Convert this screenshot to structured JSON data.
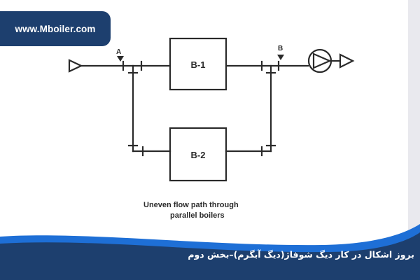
{
  "header": {
    "site_url": "www.Mboiler.com"
  },
  "diagram": {
    "boxes": {
      "b1": "B-1",
      "b2": "B-2"
    },
    "points": {
      "a": "A",
      "b": "B"
    },
    "caption_line1": "Uneven flow path through",
    "caption_line2": "parallel boilers"
  },
  "footer": {
    "title": "بروز اشکال در کار دیگ شوفاژ(دیگ آبگرم)–بخش دوم"
  },
  "colors": {
    "brand_navy": "#1d3f6e",
    "accent_blue": "#1e6fd6",
    "line_dark": "#2a2a2a"
  }
}
